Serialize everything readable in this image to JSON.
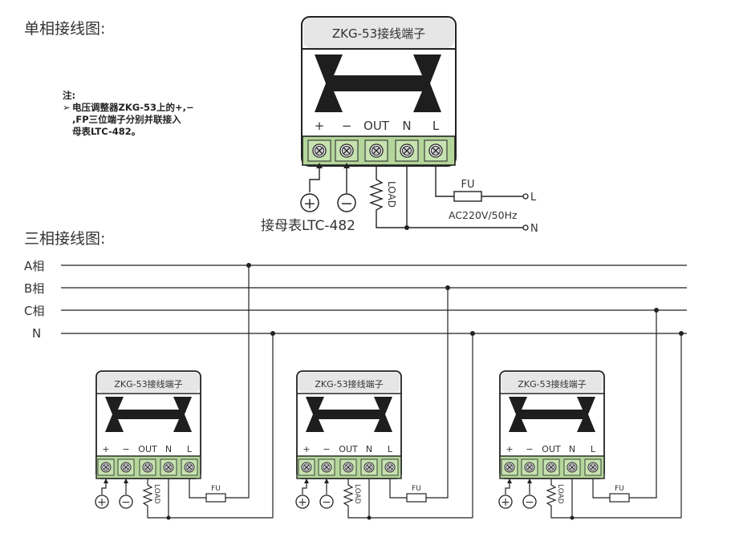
{
  "single_phase": {
    "title": "单相接线图:",
    "module_title": "ZKG-53接线端子",
    "terminals": [
      "+",
      "−",
      "OUT",
      "N",
      "L"
    ],
    "fuse": "FU",
    "load": "LOAD",
    "plus_symbol": "+",
    "minus_symbol": "−",
    "meter_label": "接母表LTC-482",
    "supply_label": "AC220V/50Hz",
    "line_L": "L",
    "line_N": "N"
  },
  "note": {
    "heading": "注:",
    "arrow": "➢",
    "line1": "电压调整器ZKG-53上的+,−",
    "line2": ",FP三位端子分别并联接入",
    "line3": "母表LTC-482。"
  },
  "three_phase": {
    "title": "三相接线图:",
    "buses": [
      "A相",
      "B相",
      "C相",
      "N"
    ],
    "modules": [
      {
        "title": "ZKG-53接线端子"
      },
      {
        "title": "ZKG-53接线端子"
      },
      {
        "title": "ZKG-53接线端子"
      }
    ],
    "terminals": [
      "+",
      "−",
      "OUT",
      "N",
      "L"
    ],
    "fuse": "FU",
    "load": "LOAD",
    "plus_symbol": "+",
    "minus_symbol": "−"
  },
  "colors": {
    "terminal_green": "#b4d69b",
    "module_header": "#e6e6e6",
    "ink": "#1e1e1e"
  }
}
